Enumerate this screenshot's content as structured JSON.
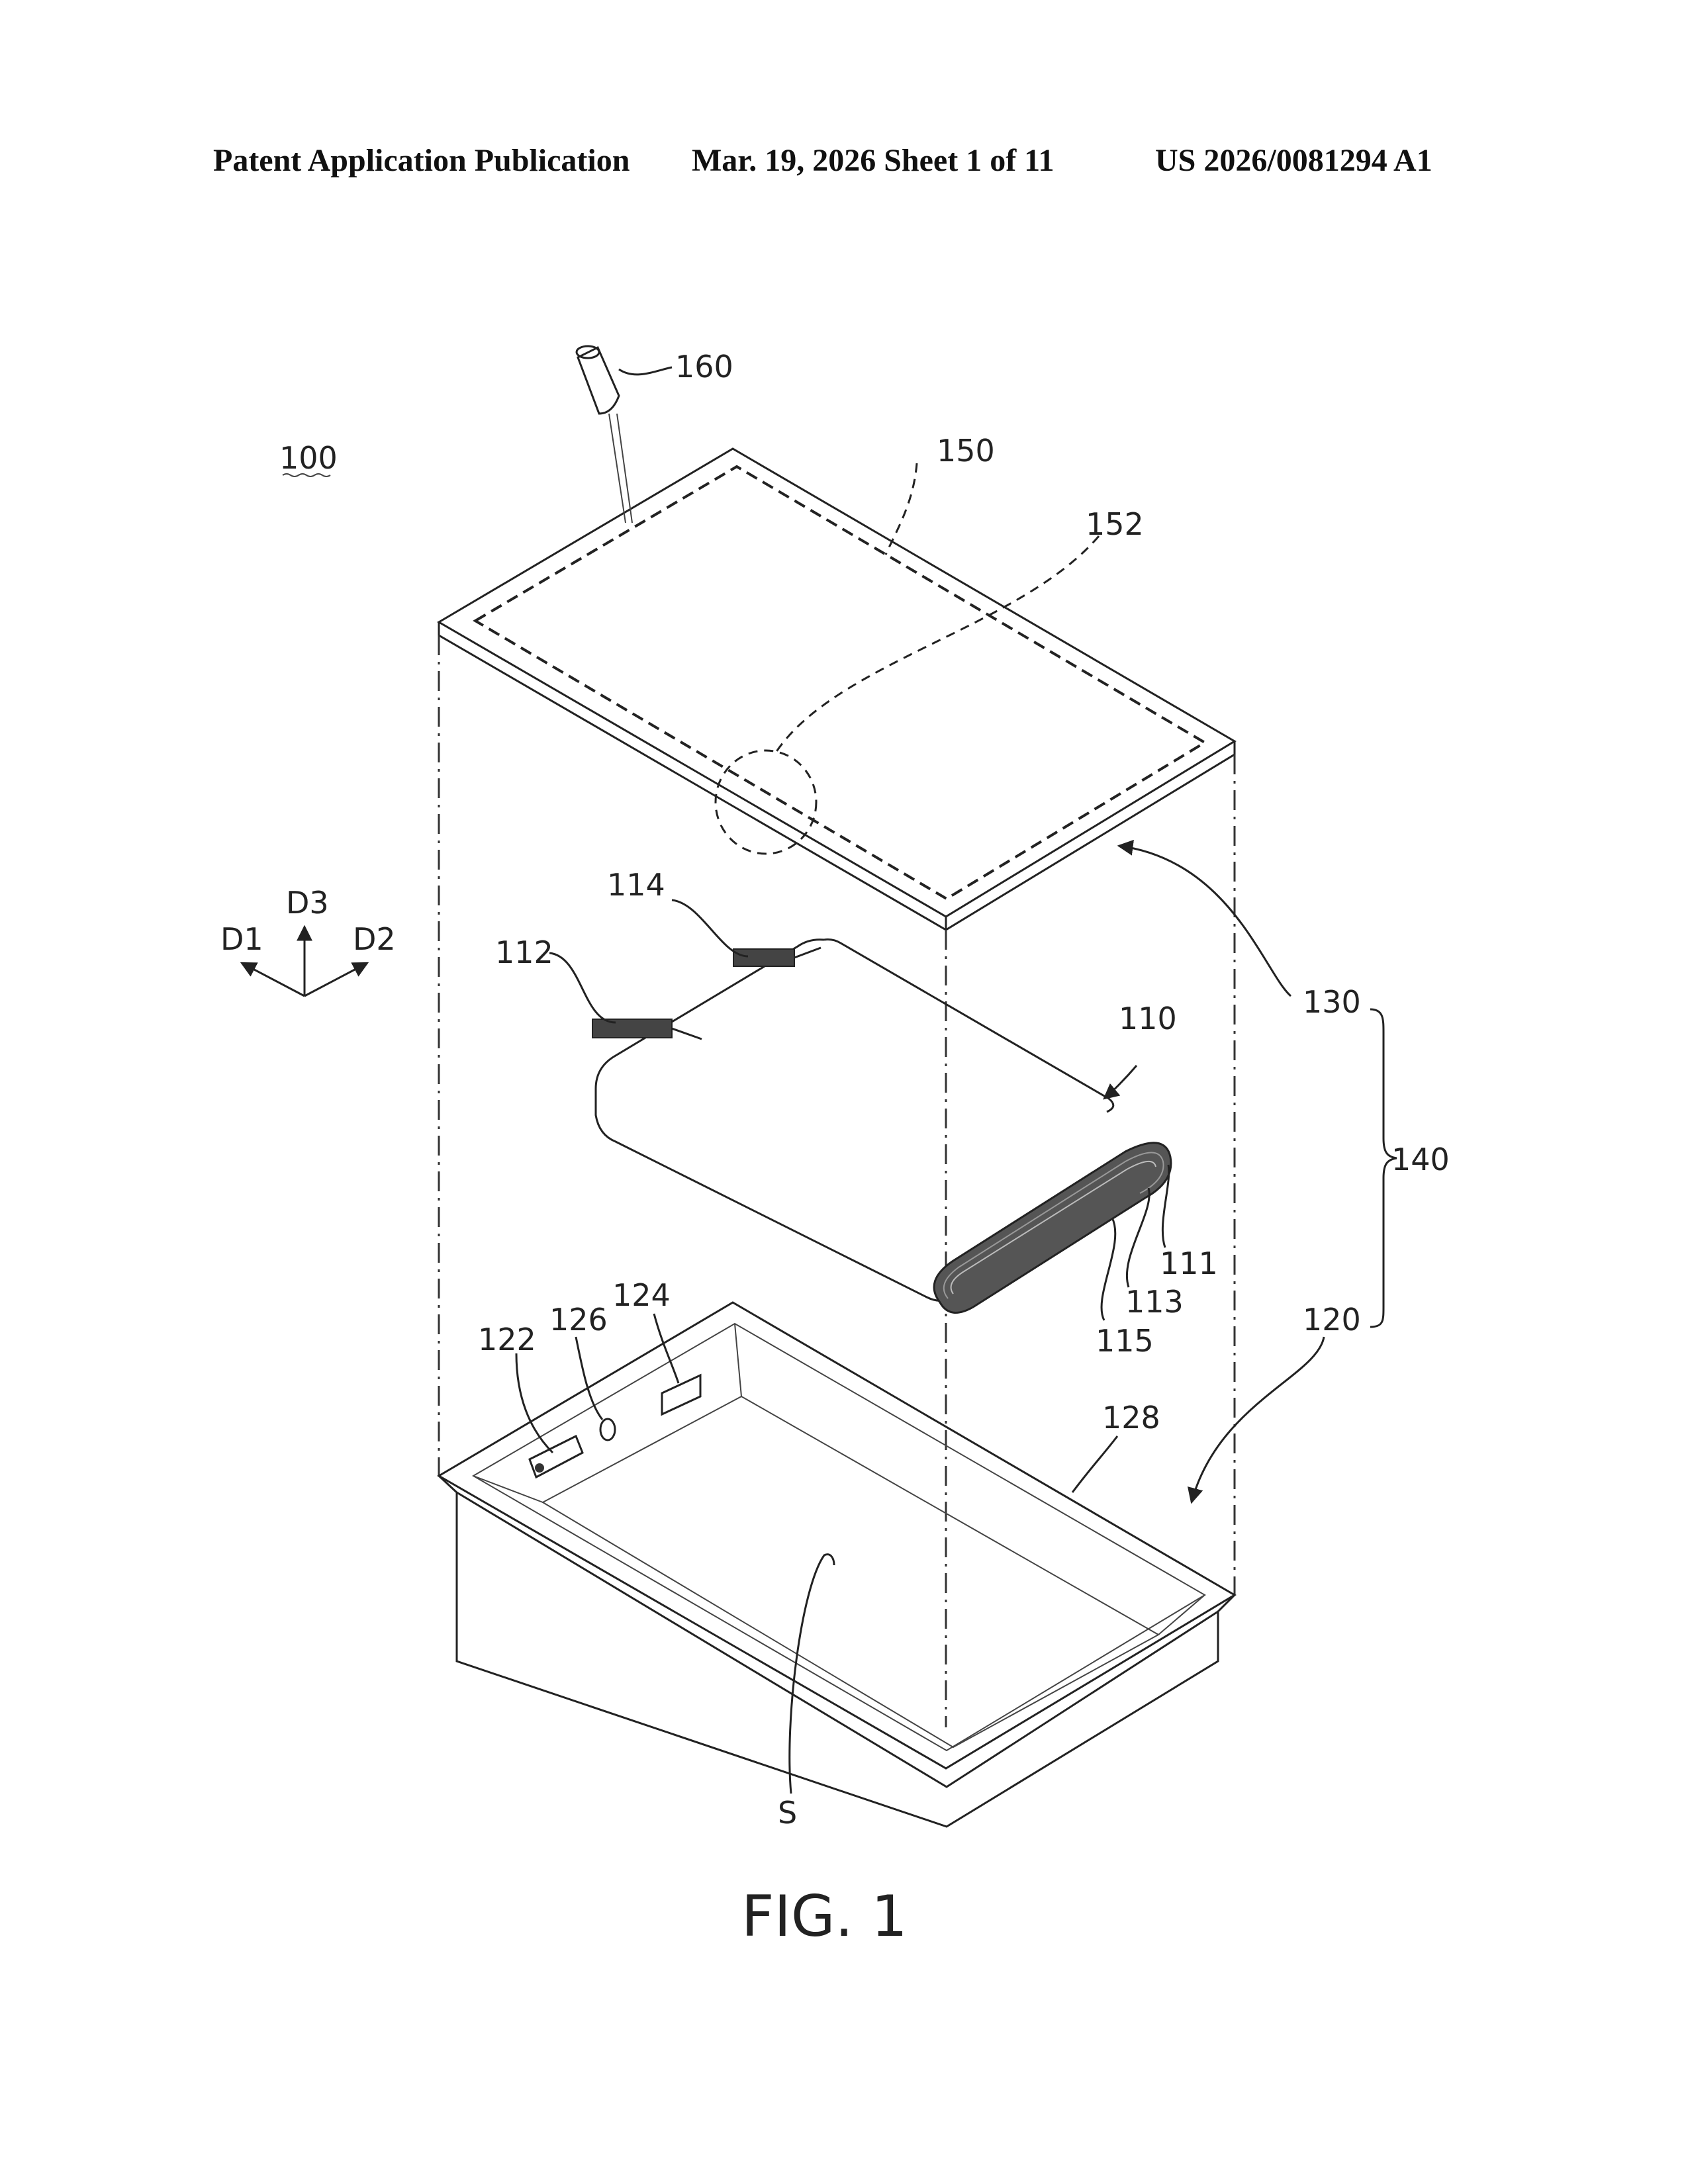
{
  "header": {
    "publication": "Patent Application Publication",
    "date_sheet": "Mar. 19, 2026  Sheet 1 of 11",
    "number": "US 2026/0081294 A1"
  },
  "labels": {
    "device": "100",
    "electrode_assembly": "110",
    "layer_111": "111",
    "tab_112": "112",
    "layer_113": "113",
    "tab_114": "114",
    "layer_115": "115",
    "lower_case": "120",
    "terminal_122": "122",
    "part_124": "124",
    "hole_126": "126",
    "flange_128": "128",
    "upper_case": "130",
    "case_140": "140",
    "sealing_150": "150",
    "detail_152": "152",
    "laser_160": "160",
    "space": "S",
    "dir_d1": "D1",
    "dir_d2": "D2",
    "dir_d3": "D3"
  },
  "figure": {
    "caption": "FIG. 1"
  }
}
